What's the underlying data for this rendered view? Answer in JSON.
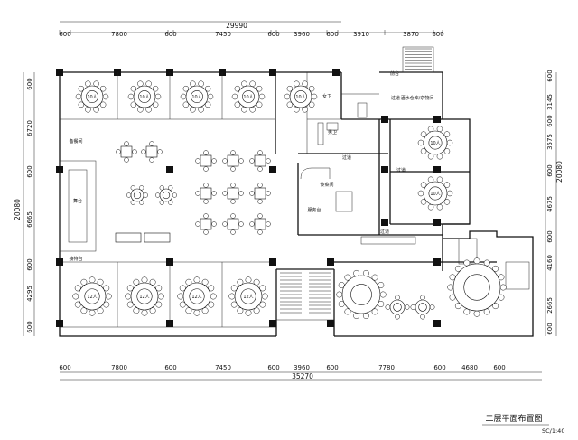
{
  "drawing": {
    "title": "二层平面布置图",
    "scale": "SC/1:40"
  },
  "dimensions": {
    "top_total": "29990",
    "top": [
      "600",
      "7800",
      "600",
      "7450",
      "600",
      "3960",
      "600",
      "3910",
      "3870",
      "600"
    ],
    "bottom": [
      "600",
      "7800",
      "600",
      "7450",
      "600",
      "3960",
      "600",
      "7780",
      "600",
      "4680",
      "600"
    ],
    "bottom_total": "35270",
    "left": [
      "600",
      "6720",
      "600",
      "6665",
      "600",
      "4295",
      "600"
    ],
    "left_total": "20080",
    "right": [
      "600",
      "3145",
      "600",
      "3575",
      "600",
      "4675",
      "600",
      "4160",
      "2665",
      "600"
    ],
    "right_total": "20080"
  },
  "rooms": {
    "corridor": "过道",
    "womens_wc": "女卫",
    "mens_wc": "男卫",
    "stage": "舞台",
    "reception": "前台",
    "service_room": "备餐间",
    "pantry": "传菜间",
    "service_desk": "服务台",
    "top_right_room": "酒水仓库/杂物间",
    "booking": "接待台",
    "stairs": "上"
  },
  "tables": {
    "top_row": [
      "10人",
      "10人",
      "10人",
      "10人",
      "10人"
    ],
    "bottom_row": [
      "12人",
      "12人",
      "12人",
      "12人"
    ],
    "right_rooms": [
      "10人",
      "10人"
    ]
  }
}
